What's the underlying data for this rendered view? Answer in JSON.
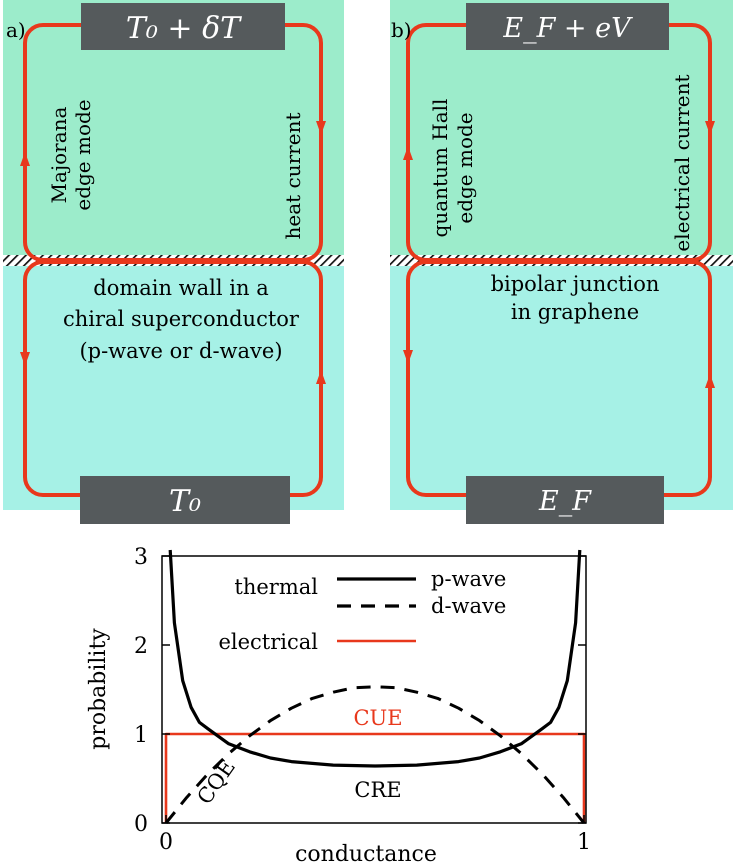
{
  "panel_a": {
    "label": "a)",
    "top_reservoir": "T₀ + δT",
    "bottom_reservoir": "T₀",
    "left_mode_label": [
      "Majorana",
      "edge mode"
    ],
    "right_current_label": "heat current",
    "junction_label": [
      "domain wall in a",
      "chiral superconductor",
      "(p-wave or d-wave)"
    ]
  },
  "panel_b": {
    "label": "b)",
    "top_reservoir": "E_F + eV",
    "bottom_reservoir": "E_F",
    "left_mode_label": [
      "quantum Hall",
      "edge mode"
    ],
    "right_current_label": "electrical current",
    "junction_label": [
      "bipolar junction",
      "in graphene"
    ]
  },
  "colors": {
    "upper_region": "#9ceccb",
    "lower_region": "#a6f1e6",
    "edge_mode": "#e8381c",
    "reservoir": "#555a5c",
    "reservoir_text": "#ffffff",
    "curve_thermal": "#000000",
    "curve_electrical": "#e8381c"
  },
  "chart_data": {
    "type": "line",
    "xlabel": "conductance",
    "ylabel": "probability",
    "xlim": [
      0,
      1
    ],
    "ylim": [
      0,
      3
    ],
    "x_ticks": [
      "0",
      "1"
    ],
    "y_ticks": [
      "0",
      "1",
      "2",
      "3"
    ],
    "legend": {
      "group_thermal": "thermal",
      "group_electrical": "electrical",
      "entries": [
        "p-wave",
        "d-wave",
        ""
      ]
    },
    "annotations": {
      "cue": "CUE",
      "cre": "CRE",
      "cqe": "CQE"
    },
    "series": [
      {
        "name": "p-wave",
        "style": "solid",
        "color": "#000000",
        "x": [
          0.01,
          0.02,
          0.04,
          0.06,
          0.08,
          0.1,
          0.15,
          0.2,
          0.25,
          0.3,
          0.4,
          0.5,
          0.6,
          0.7,
          0.75,
          0.8,
          0.85,
          0.9,
          0.92,
          0.94,
          0.96,
          0.98,
          0.99
        ],
        "y": [
          3.2,
          2.25,
          1.6,
          1.3,
          1.13,
          1.06,
          0.89,
          0.8,
          0.73,
          0.69,
          0.65,
          0.64,
          0.65,
          0.69,
          0.73,
          0.8,
          0.89,
          1.06,
          1.13,
          1.3,
          1.6,
          2.25,
          3.2
        ]
      },
      {
        "name": "d-wave",
        "style": "dashed",
        "color": "#000000",
        "x": [
          0.0,
          0.05,
          0.1,
          0.15,
          0.2,
          0.25,
          0.3,
          0.35,
          0.4,
          0.45,
          0.5,
          0.55,
          0.6,
          0.65,
          0.7,
          0.75,
          0.8,
          0.85,
          0.9,
          0.95,
          1.0
        ],
        "y": [
          0.0,
          0.29,
          0.55,
          0.78,
          0.98,
          1.15,
          1.29,
          1.4,
          1.47,
          1.52,
          1.53,
          1.52,
          1.47,
          1.4,
          1.29,
          1.15,
          0.98,
          0.78,
          0.55,
          0.29,
          0.0
        ]
      },
      {
        "name": "electrical",
        "style": "solid",
        "color": "#e8381c",
        "x": [
          0.0,
          0.0,
          1.0,
          1.0
        ],
        "y": [
          0.0,
          1.0,
          1.0,
          0.0
        ]
      }
    ]
  }
}
